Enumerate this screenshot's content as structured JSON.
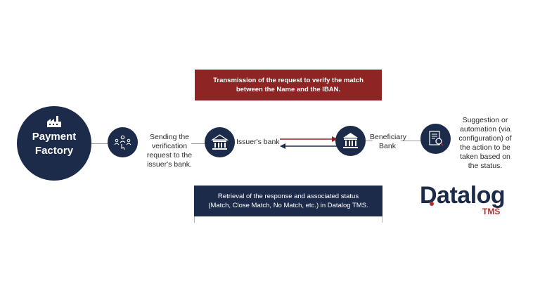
{
  "payment_factory": {
    "line1": "Payment",
    "line2": "Factory"
  },
  "sending": {
    "lines": [
      "Sending the",
      "verification",
      "request to the",
      "issuer's bank."
    ]
  },
  "issuer_bank": {
    "label": "Issuer's bank"
  },
  "beneficiary_bank": {
    "line1": "Beneficiary",
    "line2": "Bank"
  },
  "suggestion": {
    "lines": [
      "Suggestion or",
      "automation (via",
      "configuration) of",
      "the action to be",
      "taken based on",
      "the status."
    ]
  },
  "transmission_box": {
    "line1": "Transmission of the request to verify the match",
    "line2": "between the Name and the IBAN."
  },
  "retrieval_box": {
    "line1": "Retrieval of the response and associated status",
    "line2": "(Match, Close Match, No Match, etc.) in Datalog TMS."
  },
  "logo": {
    "word": "Datalog",
    "sub": "TMS"
  },
  "colors": {
    "navy": "#1d2b4a",
    "red": "#8e2424",
    "logo_red": "#b03030"
  }
}
